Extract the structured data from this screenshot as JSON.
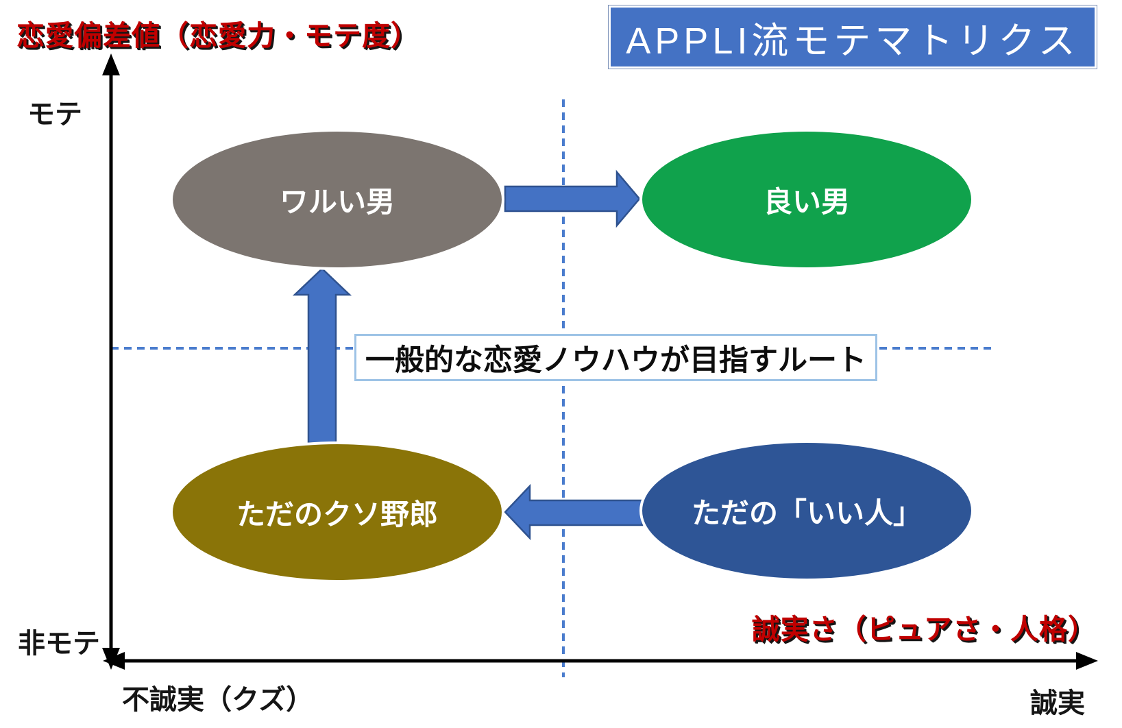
{
  "title": "APPLI流モテマトリクス",
  "y_axis": {
    "title": "恋愛偏差値（恋愛力・モテ度）",
    "high_label": "モテ",
    "low_label": "非モテ"
  },
  "x_axis": {
    "title": "誠実さ（ピュアさ・人格）",
    "low_label": "不誠実（クズ）",
    "high_label": "誠実"
  },
  "nodes": {
    "top_left": {
      "label": "ワルい男",
      "color": "#7c7570"
    },
    "top_right": {
      "label": "良い男",
      "color": "#10a24c"
    },
    "bottom_left": {
      "label": "ただのクソ野郎",
      "color": "#8a7408"
    },
    "bottom_right": {
      "label": "ただの「いい人」",
      "color": "#2e5596"
    }
  },
  "route_label": "一般的な恋愛ノウハウが目指すルート",
  "transitions": [
    {
      "from": "ワルい男",
      "to": "良い男"
    },
    {
      "from": "ただのクソ野郎",
      "to": "ワルい男"
    },
    {
      "from": "ただの「いい人」",
      "to": "ただのクソ野郎"
    }
  ],
  "colors": {
    "title_fill": "#4472c4",
    "arrow_fill": "#4472c4",
    "arrow_border": "#2f528f",
    "red_label": "#c00000",
    "dashed_line": "#4a7ccd",
    "axis": "#000000",
    "route_box_border": "#9dc3e6"
  }
}
